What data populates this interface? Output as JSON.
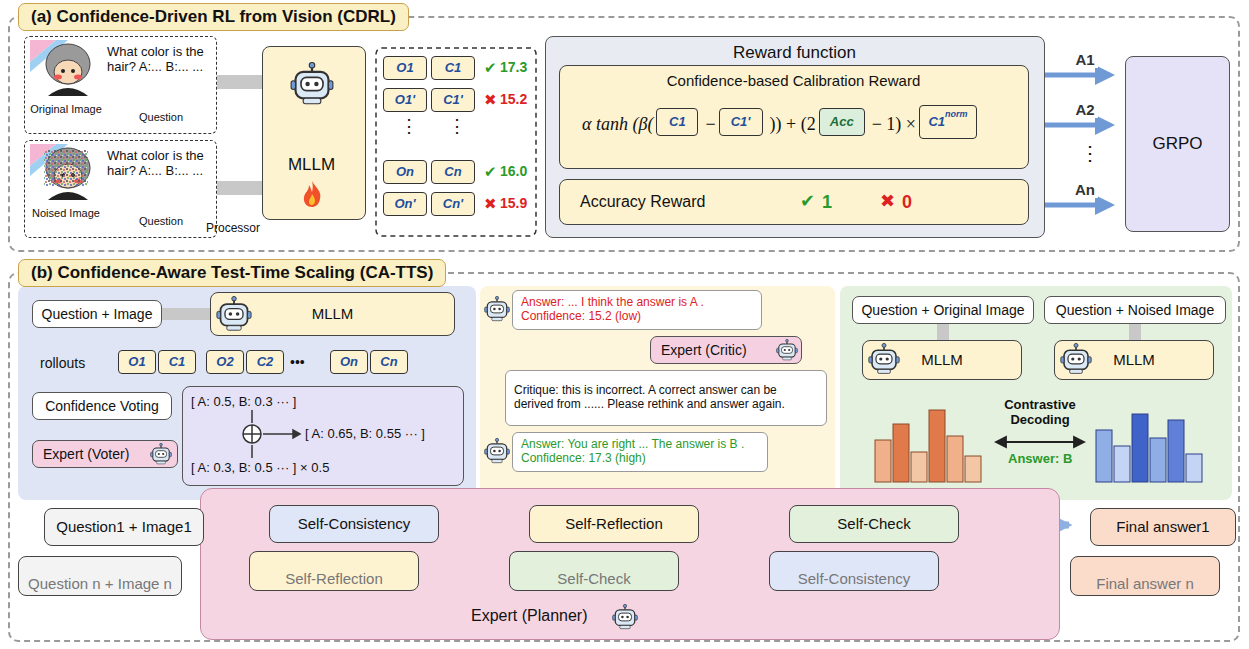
{
  "diagram": {
    "nodes": [
      {
        "text": [
          "(a) Confidence-Driven RL from Vision (CDRL)"
        ]
      },
      {
        "text": [
          "Original Image",
          "What color is the hair? A:... B:... ...",
          "Question"
        ],
        "in": 0
      },
      {
        "text": [
          "Noised Image",
          "What color is the hair? A:... B:... ...",
          "Question"
        ],
        "in": 0
      },
      {
        "text": [
          "MLLM"
        ],
        "in": 0
      },
      {
        "text": [
          "O1"
        ],
        "in": 0
      },
      {
        "text": [
          "C1"
        ],
        "in": 0
      },
      {
        "text": [
          "O1'"
        ],
        "in": 0
      },
      {
        "text": [
          "C1'"
        ],
        "in": 0
      },
      {
        "text": [
          "On"
        ],
        "in": 0
      },
      {
        "text": [
          "Cn"
        ],
        "in": 0
      },
      {
        "text": [
          "On'"
        ],
        "in": 0
      },
      {
        "text": [
          "Cn'"
        ],
        "in": 0
      },
      {
        "text": [
          "Reward function"
        ],
        "in": 0
      },
      {
        "text": [
          "Confidence-based Calibration Reward"
        ],
        "in": 12
      },
      {
        "text": [
          "C1"
        ],
        "in": 13
      },
      {
        "text": [
          "C1'"
        ],
        "in": 13
      },
      {
        "text": [
          "Acc"
        ],
        "in": 13
      },
      {
        "text": [
          "C1",
          "norm"
        ],
        "in": 13
      },
      {
        "text": [
          "Accuracy Reward"
        ],
        "in": 12
      },
      {
        "text": [
          "GRPO"
        ],
        "in": 0
      },
      {
        "text": [
          "(b) Confidence-Aware Test-Time Scaling (CA-TTS)"
        ]
      },
      {
        "text": [
          "Question + Image"
        ],
        "in": 20
      },
      {
        "text": [
          "MLLM"
        ],
        "in": 20
      },
      {
        "text": [
          "O1"
        ],
        "in": 20
      },
      {
        "text": [
          "C1"
        ],
        "in": 20
      },
      {
        "text": [
          "O2"
        ],
        "in": 20
      },
      {
        "text": [
          "C2"
        ],
        "in": 20
      },
      {
        "text": [
          "On"
        ],
        "in": 20
      },
      {
        "text": [
          "Cn"
        ],
        "in": 20
      },
      {
        "text": [
          "Confidence Voting"
        ],
        "in": 20
      },
      {
        "text": [
          "[ A: 0.5, B: 0.3 ··· ]",
          "[ A: 0.65, B: 0.55 ··· ]",
          "[ A: 0.3, B: 0.5 ··· ] × 0.5"
        ],
        "in": 20
      },
      {
        "text": [
          "Expert (Voter)"
        ],
        "in": 20
      },
      {
        "text": [
          "Answer: ... I think the answer is A .",
          "Confidence: 15.2 (low)"
        ],
        "in": 20
      },
      {
        "text": [
          "Expert (Critic)"
        ],
        "in": 20
      },
      {
        "text": [
          "Critique: this is incorrect. A correct answer can be derived from ...... Please rethink and answer again."
        ],
        "in": 20
      },
      {
        "text": [
          "Answer: You are right ... The answer is B .",
          "Confidence: 17.3 (high)"
        ],
        "in": 20
      },
      {
        "text": [
          "Question + Original Image"
        ],
        "in": 20
      },
      {
        "text": [
          "Question + Noised Image"
        ],
        "in": 20
      },
      {
        "text": [
          "MLLM"
        ],
        "in": 20
      },
      {
        "text": [
          "MLLM"
        ],
        "in": 20
      },
      {
        "text": [
          "Expert (Planner)"
        ],
        "in": 20
      },
      {
        "text": [
          "Question n + Image n"
        ],
        "in": 20
      },
      {
        "text": [
          "Question1 + Image1"
        ],
        "in": 20
      },
      {
        "text": [
          "Self-Reflection"
        ],
        "in": 40
      },
      {
        "text": [
          "Self-Consistency"
        ],
        "in": 40
      },
      {
        "text": [
          "Self-Check"
        ],
        "in": 40
      },
      {
        "text": [
          "Self-Reflection"
        ],
        "in": 40
      },
      {
        "text": [
          "Self-Consistency"
        ],
        "in": 40
      },
      {
        "text": [
          "Self-Check"
        ],
        "in": 40
      },
      {
        "text": [
          "Final answer n"
        ],
        "in": 20
      },
      {
        "text": [
          "Final answer1"
        ],
        "in": 20
      }
    ],
    "edges": [
      {
        "from": 1,
        "to": 3,
        "arrow": "none"
      },
      {
        "from": 2,
        "to": 3,
        "arrow": "none"
      },
      {
        "from": 12,
        "to": 19,
        "arrow": "to",
        "label": "A1"
      },
      {
        "from": 12,
        "to": 19,
        "arrow": "to",
        "label": "A2"
      },
      {
        "from": 12,
        "to": 19,
        "arrow": "to",
        "label": "An"
      },
      {
        "from": 21,
        "to": 22,
        "arrow": "none"
      },
      {
        "from": 36,
        "to": 38,
        "arrow": "none"
      },
      {
        "from": 37,
        "to": 39,
        "arrow": "none"
      },
      {
        "from": 42,
        "to": 44,
        "arrow": "to"
      },
      {
        "from": 44,
        "to": 46,
        "arrow": "to"
      },
      {
        "from": 46,
        "to": 48,
        "arrow": "to"
      },
      {
        "from": 48,
        "to": 50,
        "arrow": "to"
      }
    ],
    "labels": [
      "Processor",
      "✔",
      "17.3",
      "✖",
      "15.2",
      "⋮",
      "⋮",
      "✔",
      "16.0",
      "✖",
      "15.9",
      "α tanh (β(",
      "−",
      ")) + (2",
      "− 1) ×",
      "✔",
      "1",
      "✖",
      "0",
      "⋮",
      "rollouts",
      "•••",
      "Contrastive Decoding",
      "Answer: B"
    ]
  }
}
